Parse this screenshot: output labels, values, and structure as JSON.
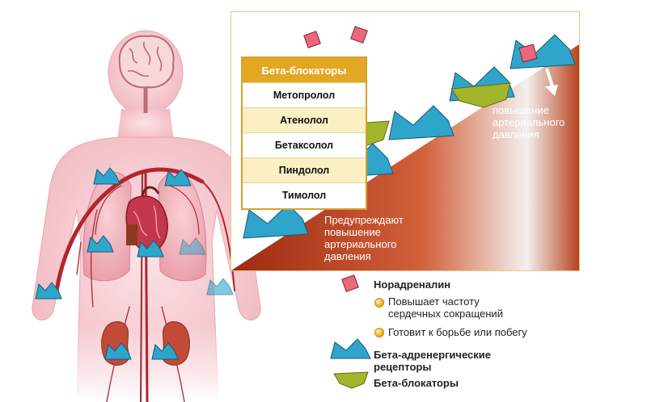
{
  "table": {
    "header": "Бета-блокаторы",
    "drugs": [
      "Метопролол",
      "Атенолол",
      "Бетаксолол",
      "Пиндолол",
      "Тимолол"
    ]
  },
  "slope": {
    "effect_label": [
      "повышение",
      "артериального",
      "давления"
    ],
    "prevent_label": [
      "Предупреждают",
      "повышение",
      "артериального",
      "давления"
    ]
  },
  "legend": {
    "noradrenaline": "Норадреналин",
    "effect1": [
      "Повышает частоту",
      "сердечных сокращений"
    ],
    "effect2": "Готовит к борьбе или побегу",
    "receptors": [
      "Бета-адренергические",
      "рецепторы"
    ],
    "blockers": "Бета-блокаторы"
  },
  "colors": {
    "receptor": "#2fa5cc",
    "blocker": "#a2b52b",
    "noradrenaline": "#e8697a",
    "header": "#e2a824",
    "slope": "#c0401c",
    "body": "#f6c9cf",
    "vessel": "#b2252f"
  }
}
